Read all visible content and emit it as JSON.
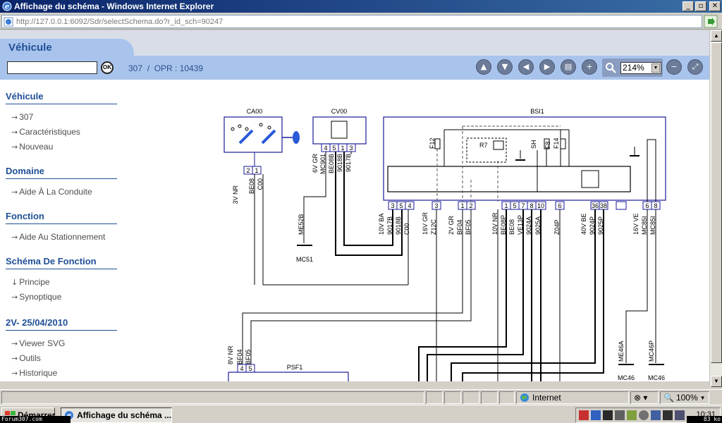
{
  "window": {
    "title": "Affichage du schéma - Windows Internet Explorer",
    "buttons": [
      "_",
      "▫",
      "✕"
    ]
  },
  "address": {
    "url": "http://127.0.0.1:6092/Sdr/selectSchema.do?r_id_sch=90247"
  },
  "header": {
    "tab_label": "Véhicule",
    "ok_label": "OK",
    "breadcrumb": "307  /  OPR : 10439",
    "zoom_value": "214%"
  },
  "nav_buttons": [
    "up",
    "down",
    "left",
    "right",
    "print",
    "add",
    "zoom-out",
    "fit"
  ],
  "sidebar": {
    "sections": [
      {
        "title": "Véhicule",
        "items": [
          {
            "label": "307"
          },
          {
            "label": "Caractéristiques"
          },
          {
            "label": "Nouveau"
          }
        ]
      },
      {
        "title": "Domaine",
        "items": [
          {
            "label": "Aide À La Conduite"
          }
        ]
      },
      {
        "title": "Fonction",
        "items": [
          {
            "label": "Aide Au Stationnement"
          }
        ]
      },
      {
        "title": "Schéma De Fonction",
        "items": [
          {
            "label": "Principe",
            "arrow": "↓"
          },
          {
            "label": "Synoptique"
          }
        ]
      },
      {
        "title": "2V- 25/04/2010",
        "items": [
          {
            "label": "Viewer SVG"
          },
          {
            "label": "Outils"
          },
          {
            "label": "Historique"
          }
        ]
      }
    ]
  },
  "schema": {
    "components": {
      "ca00": "CA00",
      "cv00": "CV00",
      "bsi1": "BSI1",
      "psf1": "PSF1"
    },
    "ca00_pins": [
      "2",
      "1"
    ],
    "ca00_wire_labels": [
      "3V  NR",
      "BE08",
      "C00"
    ],
    "cv00_pins": [
      "4",
      "5",
      "1",
      "3"
    ],
    "cv00_wire_labels": [
      "6V  GR",
      "MC901",
      "BE08B",
      "9018B",
      "9017B"
    ],
    "bsi_left_pins": [
      "3",
      "5",
      "4",
      "3",
      "1",
      "2",
      "1",
      "5",
      "7",
      "8",
      "10",
      "6",
      "36",
      "38"
    ],
    "bsi_right_pins": [
      "6",
      "8"
    ],
    "bsi_left_labels": [
      "10V  BA",
      "9017B",
      "9018B",
      "C00",
      "16V  GR",
      "Z12C",
      "2V  GR",
      "BF04",
      "BF05",
      "10V  NR",
      "BE08P",
      "BE08",
      "VE13P",
      "9024A",
      "9025A",
      "Z04P",
      "40V  BE",
      "9024P",
      "9025P"
    ],
    "bsi_right_labels": [
      "16V  VE",
      "MC85I",
      "MC85I"
    ],
    "internal_labels": [
      "F12",
      "R7",
      "SH",
      "F8",
      "F14"
    ],
    "ground_labels": [
      "ME52B",
      "MC51",
      "ME46A",
      "MC46",
      "MC46P",
      "MC46"
    ],
    "psf_pins": [
      "4",
      "5"
    ],
    "psf_wire_labels": [
      "8V  NR",
      "BF04",
      "BF05"
    ]
  },
  "statusbar": {
    "zone": "Internet",
    "zoom": "100%"
  },
  "taskbar": {
    "start_label": "Démarrer",
    "task_label": "Affichage du schéma ...",
    "clock": "10:31",
    "overlay_left": "Forum307.com",
    "overlay_right": "83 ko"
  }
}
